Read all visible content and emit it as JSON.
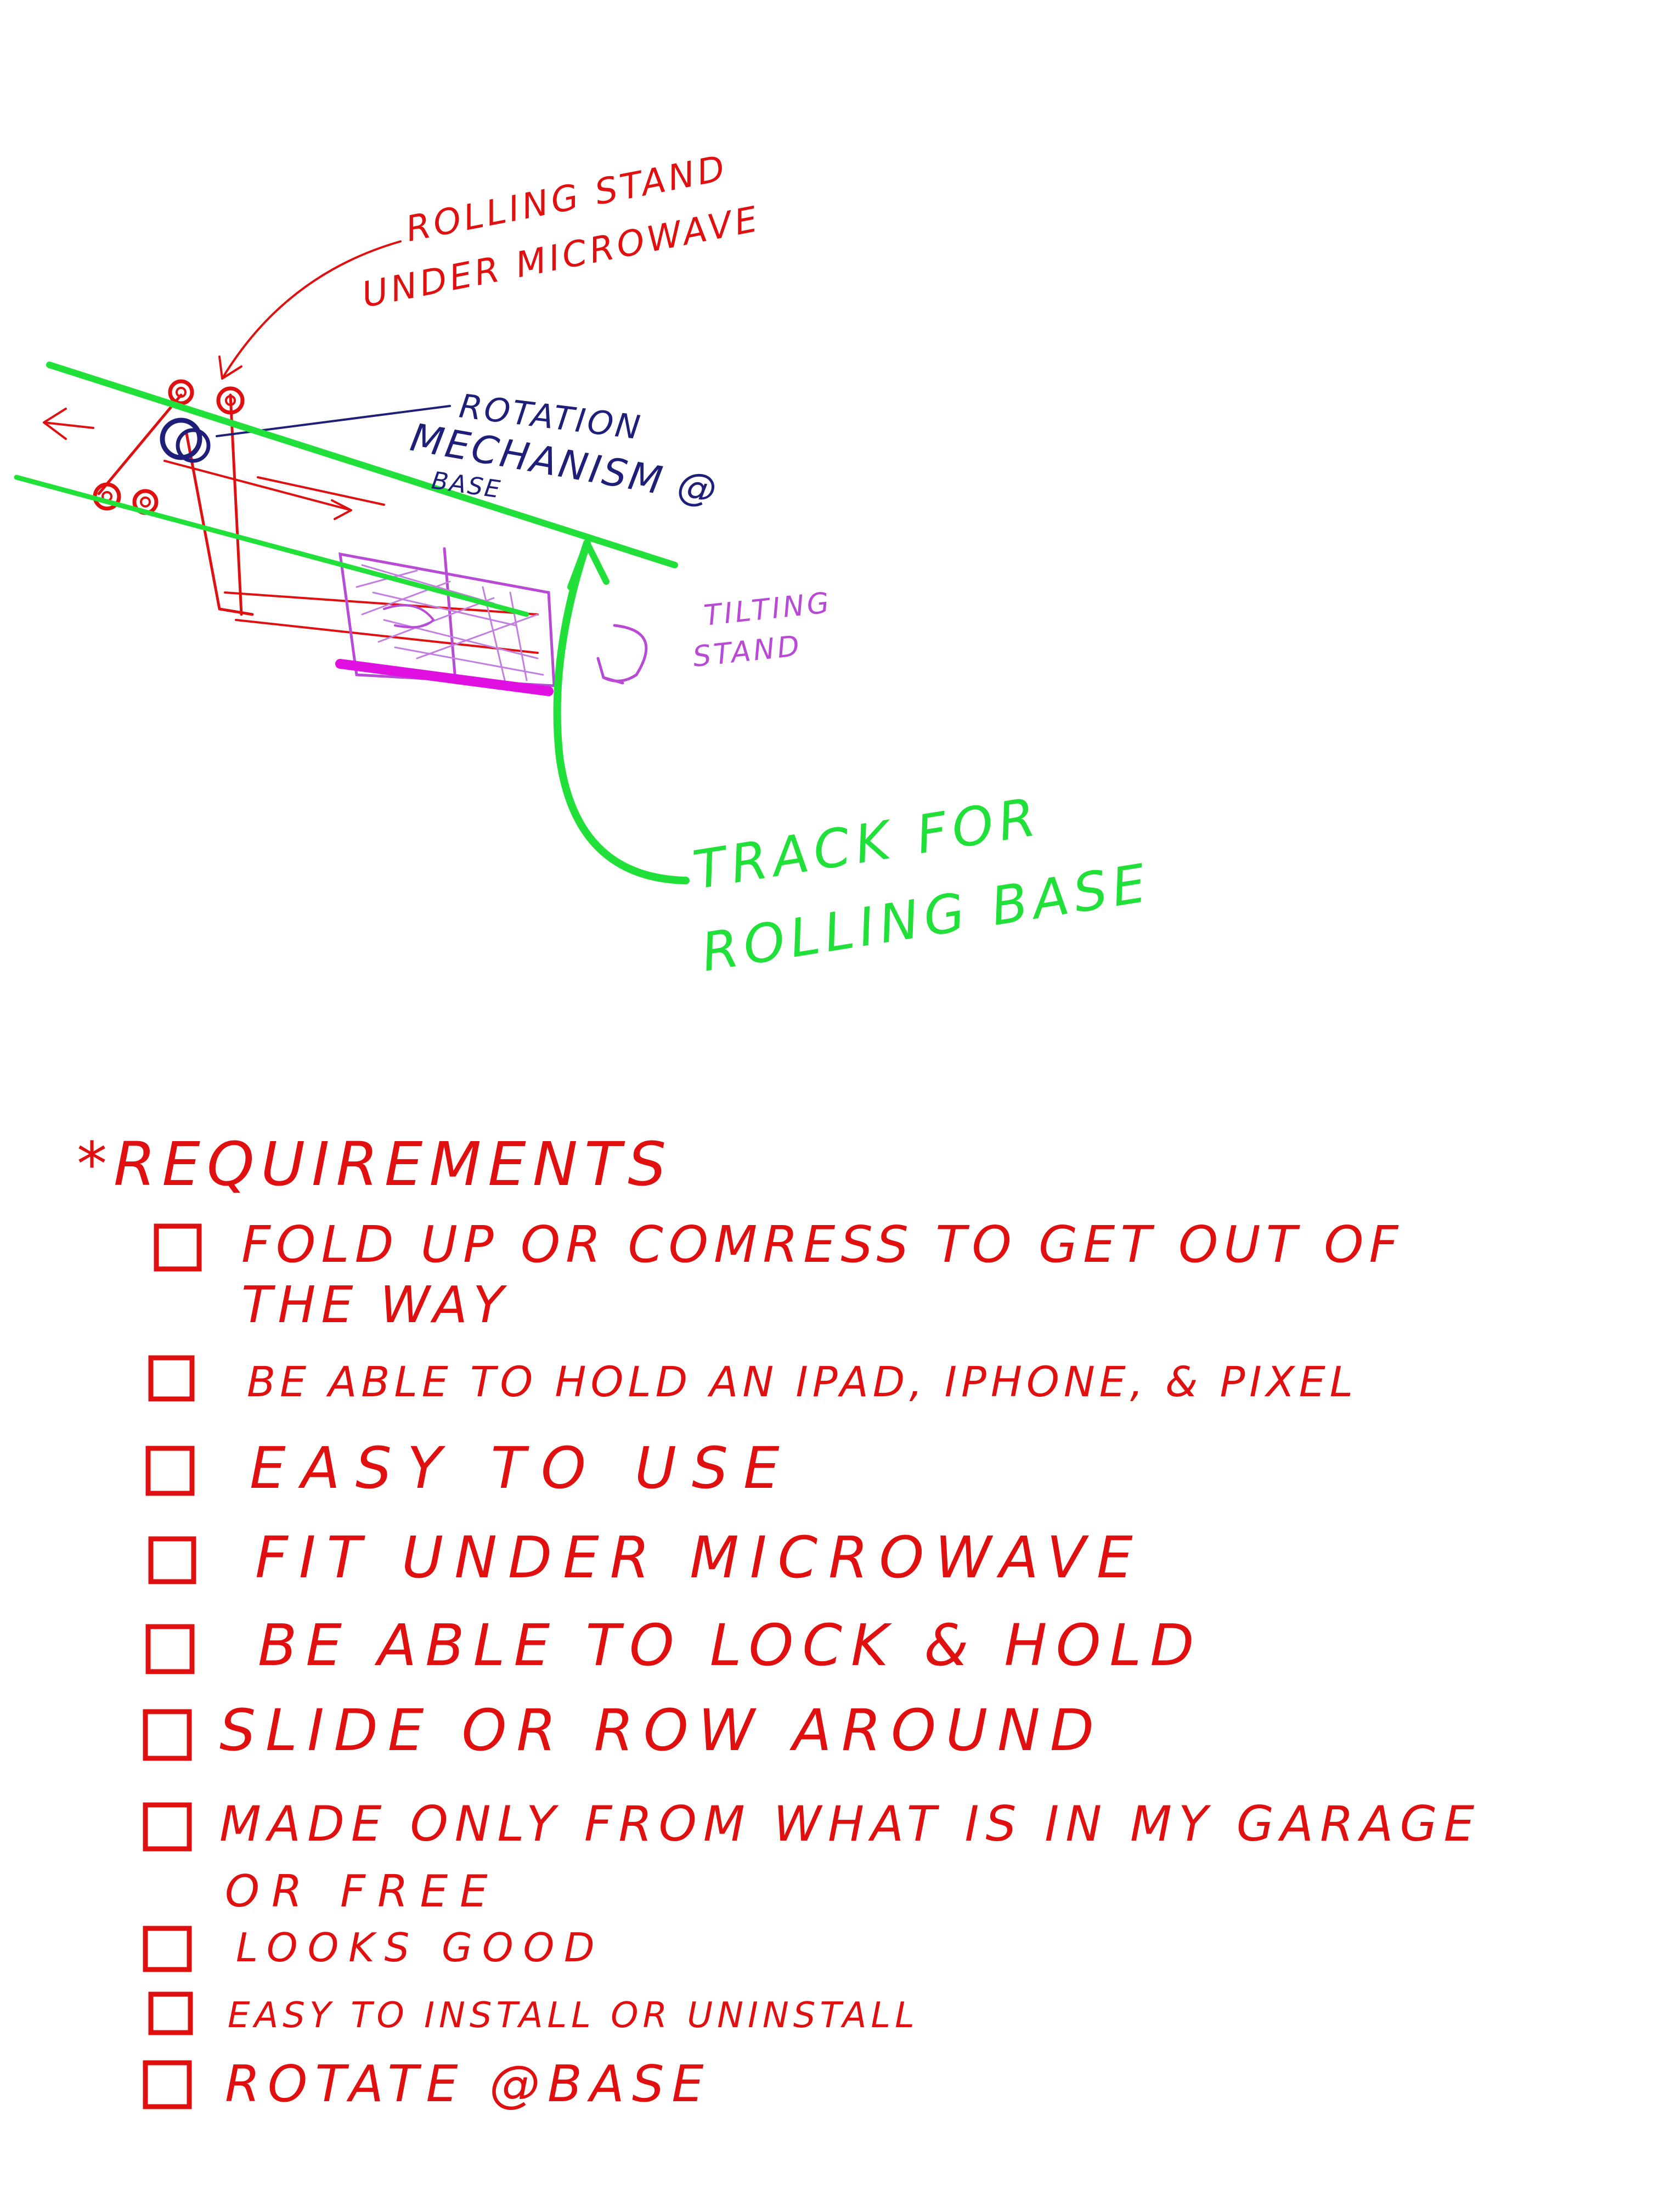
{
  "colors": {
    "red": "#e01010",
    "navy": "#1f1f7a",
    "purple": "#b84ad6",
    "magenta": "#e010e0",
    "green": "#22e03a"
  },
  "sketch": {
    "label_rolling_stand": [
      "ROLLING STAND",
      "UNDER MICROWAVE"
    ],
    "label_rotation": [
      "ROTATION",
      "MECHANISM @",
      "BASE"
    ],
    "label_tilting": [
      "TILTING",
      "STAND"
    ],
    "label_track": [
      "TRACK FOR",
      "ROLLING BASE"
    ]
  },
  "requirements": {
    "heading": "*REQUIREMENTS",
    "items": [
      {
        "checked": false,
        "lines": [
          "FOLD UP OR COMRESS TO GET OUT OF",
          "THE WAY"
        ]
      },
      {
        "checked": false,
        "lines": [
          "BE ABLE TO HOLD AN IPAD, IPHONE, & PIXEL"
        ]
      },
      {
        "checked": false,
        "lines": [
          "EASY TO USE"
        ]
      },
      {
        "checked": false,
        "lines": [
          "FIT UNDER MICROWAVE"
        ]
      },
      {
        "checked": false,
        "lines": [
          "BE ABLE TO LOCK & HOLD"
        ]
      },
      {
        "checked": false,
        "lines": [
          "SLIDE OR ROW AROUND"
        ]
      },
      {
        "checked": false,
        "lines": [
          "MADE ONLY FROM WHAT IS IN MY GARAGE",
          "OR FREE"
        ]
      },
      {
        "checked": false,
        "lines": [
          "LOOKS GOOD"
        ]
      },
      {
        "checked": false,
        "lines": [
          "EASY TO INSTALL OR UNINSTALL"
        ]
      },
      {
        "checked": false,
        "lines": [
          "ROTATE @BASE"
        ]
      }
    ]
  }
}
